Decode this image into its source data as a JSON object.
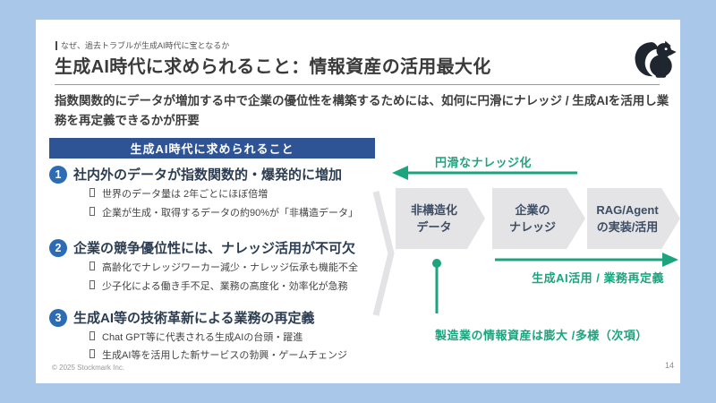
{
  "slide": {
    "eyebrow": "なぜ、過去トラブルが生成AI時代に宝となるか",
    "title": "生成AI時代に求められること：情報資産の活用最大化",
    "subtitle": "指数関数的にデータが増加する中で企業の優位性を構築するためには、如何に円滑にナレッジ / 生成AIを活用し業務を再定義できるかが肝要",
    "copyright": "© 2025 Stockmark Inc.",
    "page_number": "14",
    "logo_name": "squirrel-logo"
  },
  "left_panel": {
    "header": "生成AI時代に求められること",
    "items": [
      {
        "number": "1",
        "heading": "社内外のデータが指数関数的・爆発的に増加",
        "bullets": [
          "世界のデータ量は 2年ごとにほぼ倍増",
          "企業が生成・取得するデータの約90%が「非構造データ」"
        ]
      },
      {
        "number": "2",
        "heading": "企業の競争優位性には、ナレッジ活用が不可欠",
        "bullets": [
          "高齢化でナレッジワーカー減少・ナレッジ伝承も機能不全",
          "少子化による働き手不足、業務の高度化・効率化が急務"
        ]
      },
      {
        "number": "3",
        "heading": "生成AI等の技術革新による業務の再定義",
        "bullets": [
          "Chat GPT等に代表される生成AIの台頭・躍進",
          "生成AI等を活用した新サービスの勃興・ゲームチェンジ"
        ]
      }
    ]
  },
  "flow": {
    "top_arrow_label": "円滑なナレッジ化",
    "steps": [
      {
        "line1": "非構造化",
        "line2": "データ"
      },
      {
        "line1": "企業の",
        "line2": "ナレッジ"
      },
      {
        "line1": "RAG/Agent",
        "line2": "の実装/活用"
      }
    ],
    "bottom_arrow_label": "生成AI活用 / 業務再定義",
    "note": "製造業の情報資産は膨大 /多様（次項）"
  },
  "colors": {
    "background_blue": "#A9C8E9",
    "band_blue": "#2F5496",
    "number_blue": "#2B6CB4",
    "accent_green": "#1CA47E",
    "box_gray": "#E4E4E6",
    "box_text": "#3D4D63"
  }
}
